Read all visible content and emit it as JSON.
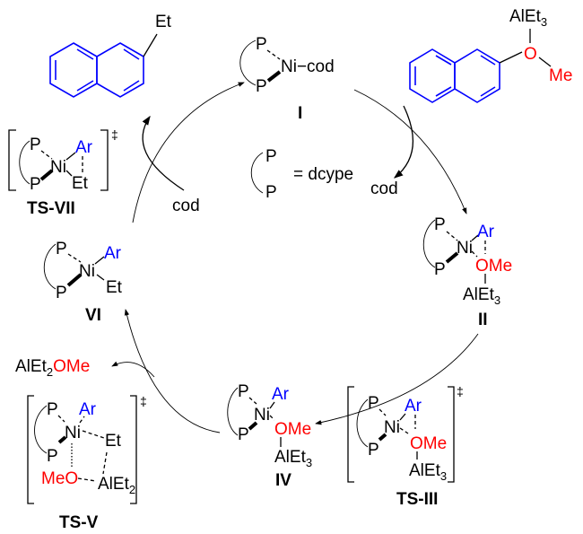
{
  "atoms": {
    "P": "P",
    "Ni": "Ni",
    "Ar": "Ar",
    "Et": "Et",
    "OMe": "OMe",
    "MeO": "MeO",
    "AlEt": "AlEt",
    "sub3": "3",
    "sub2": "2",
    "cod": "cod",
    "Ni_cod": "Ni−cod"
  },
  "legend": {
    "P": "P",
    "equals": "= dcype"
  },
  "labels": {
    "I": "I",
    "II": "II",
    "TS_III": "TS-III",
    "IV": "IV",
    "TS_V": "TS-V",
    "VI": "VI",
    "TS_VII": "TS-VII"
  },
  "dagger": "‡",
  "byproduct": {
    "main": "AlEt",
    "sub": "2",
    "ome": "OMe"
  },
  "substrate": {
    "o": "O",
    "me": "Me"
  },
  "product": {
    "et": "Et"
  },
  "colors": {
    "aryl": "#0000ff",
    "oxygen": "#ff0000"
  }
}
